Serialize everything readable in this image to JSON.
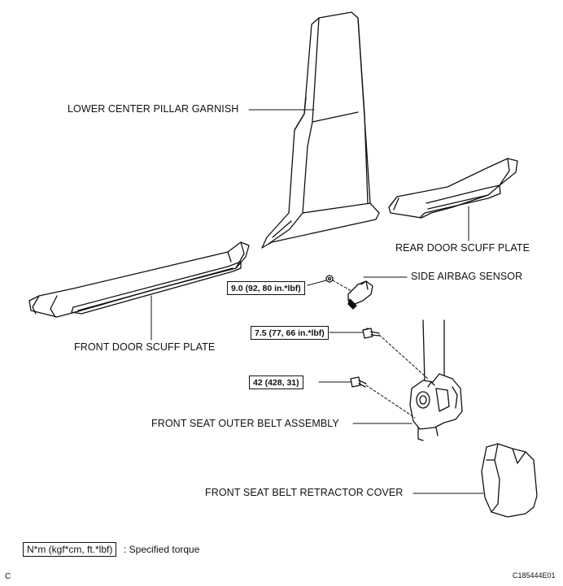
{
  "labels": {
    "lower_center_pillar_garnish": "LOWER CENTER PILLAR GARNISH",
    "rear_door_scuff_plate": "REAR DOOR SCUFF PLATE",
    "side_airbag_sensor": "SIDE AIRBAG SENSOR",
    "front_door_scuff_plate": "FRONT DOOR SCUFF PLATE",
    "front_seat_outer_belt_assembly": "FRONT SEAT OUTER BELT ASSEMBLY",
    "front_seat_belt_retractor_cover": "FRONT SEAT BELT RETRACTOR COVER"
  },
  "torques": {
    "sensor_nut": "9.0 (92, 80 in.*lbf)",
    "upper_bolt": "7.5 (77, 66 in.*lbf)",
    "lower_bolt": "42 (428, 31)"
  },
  "legend": {
    "unit_box": "N*m (kgf*cm, ft.*lbf)",
    "description": ": Specified torque"
  },
  "corner_letter": "C",
  "figure_id": "C185444E01"
}
